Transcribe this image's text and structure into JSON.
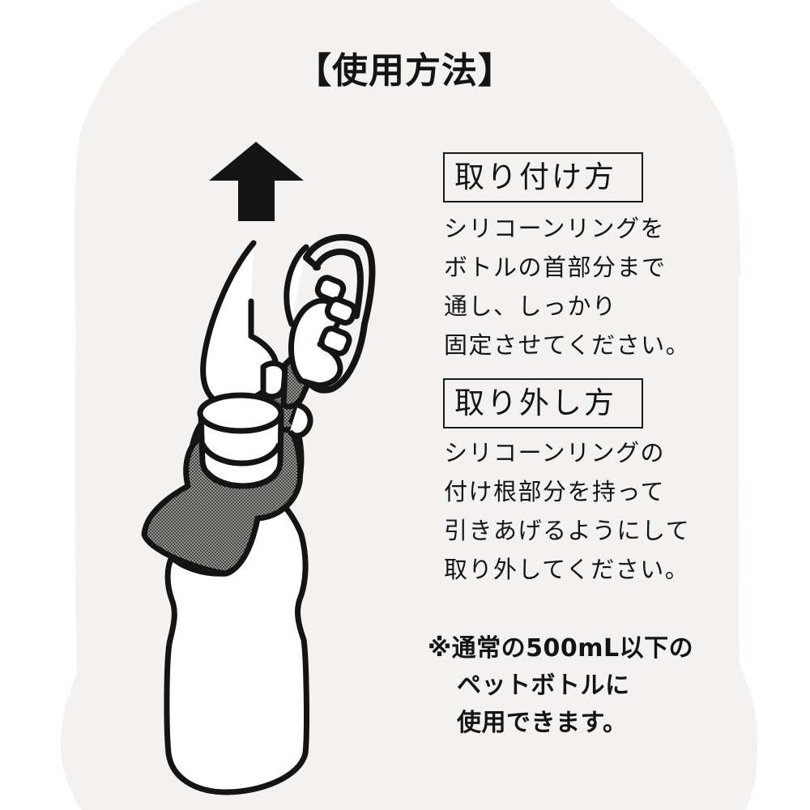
{
  "colors": {
    "page_background": "#ffffff",
    "card_background": "#f3f2f0",
    "ink": "#141414",
    "ring_fill": "#8a8a86"
  },
  "title": "【使用方法】",
  "illustration": {
    "arrow": "up-arrow-icon",
    "description": "hand pulling carabiner attached to silicone ring on a PET bottle"
  },
  "attach": {
    "heading": "取り付け方",
    "lines": [
      "シリコーンリングを",
      "ボトルの首部分まで",
      "通し、しっかり",
      "固定させてください。"
    ]
  },
  "detach": {
    "heading": "取り外し方",
    "lines": [
      "シリコーンリングの",
      "付け根部分を持って",
      "引きあげるようにして",
      "取り外してください。"
    ]
  },
  "note": {
    "lines": [
      "※通常の500mL以下の",
      "ペットボトルに",
      "使用できます。"
    ]
  }
}
